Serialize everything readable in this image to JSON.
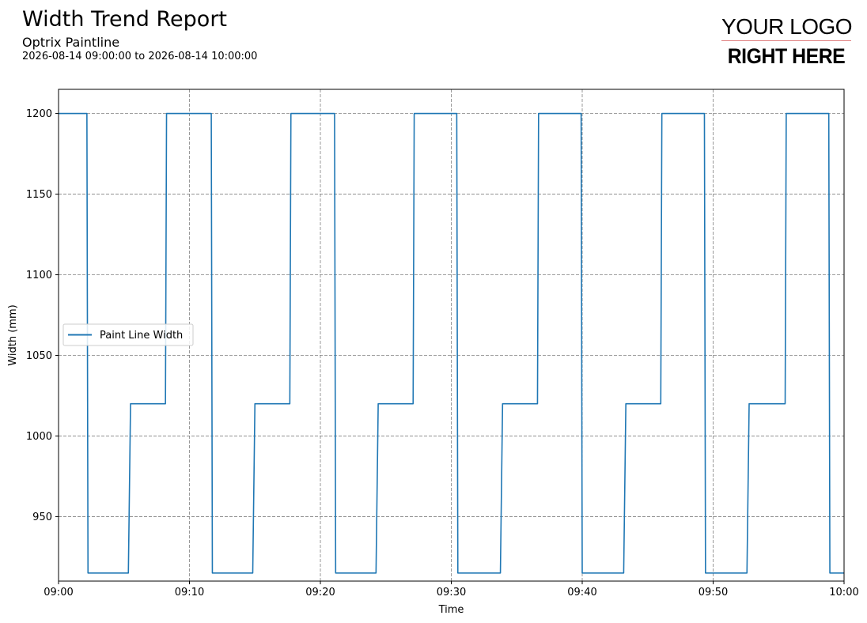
{
  "header": {
    "title": "Width Trend Report",
    "subtitle": "Optrix Paintline",
    "date_range": "2026-08-14 09:00:00 to 2026-08-14 10:00:00"
  },
  "logo": {
    "line1": "YOUR LOGO",
    "line2": "RIGHT HERE"
  },
  "colors": {
    "series": "#1f77b4",
    "grid": "#808080",
    "logo_rule": "#e08080"
  },
  "chart_data": {
    "type": "line",
    "xlabel": "Time",
    "ylabel": "Width (mm)",
    "x_range": [
      "09:00",
      "10:00"
    ],
    "x_tick_labels": [
      "09:00",
      "09:10",
      "09:20",
      "09:30",
      "09:40",
      "09:50",
      "10:00"
    ],
    "ylim": [
      910,
      1215
    ],
    "y_tick_values": [
      950,
      1000,
      1050,
      1100,
      1150,
      1200
    ],
    "grid": true,
    "legend_position": "center-left",
    "series": [
      {
        "name": "Paint Line Width",
        "points": [
          [
            "09:00:00",
            1200
          ],
          [
            "09:02:10",
            1200
          ],
          [
            "09:02:15",
            915
          ],
          [
            "09:05:20",
            915
          ],
          [
            "09:05:30",
            1020
          ],
          [
            "09:08:10",
            1020
          ],
          [
            "09:08:15",
            1200
          ],
          [
            "09:11:40",
            1200
          ],
          [
            "09:11:45",
            915
          ],
          [
            "09:14:50",
            915
          ],
          [
            "09:15:00",
            1020
          ],
          [
            "09:17:40",
            1020
          ],
          [
            "09:17:45",
            1200
          ],
          [
            "09:21:05",
            1200
          ],
          [
            "09:21:10",
            915
          ],
          [
            "09:24:15",
            915
          ],
          [
            "09:24:25",
            1020
          ],
          [
            "09:27:05",
            1020
          ],
          [
            "09:27:10",
            1200
          ],
          [
            "09:30:25",
            1200
          ],
          [
            "09:30:30",
            915
          ],
          [
            "09:33:45",
            915
          ],
          [
            "09:33:55",
            1020
          ],
          [
            "09:36:35",
            1020
          ],
          [
            "09:36:40",
            1200
          ],
          [
            "09:39:55",
            1200
          ],
          [
            "09:40:00",
            915
          ],
          [
            "09:43:10",
            915
          ],
          [
            "09:43:20",
            1020
          ],
          [
            "09:46:00",
            1020
          ],
          [
            "09:46:05",
            1200
          ],
          [
            "09:49:20",
            1200
          ],
          [
            "09:49:25",
            915
          ],
          [
            "09:52:35",
            915
          ],
          [
            "09:52:45",
            1020
          ],
          [
            "09:55:30",
            1020
          ],
          [
            "09:55:35",
            1200
          ],
          [
            "09:58:50",
            1200
          ],
          [
            "09:58:55",
            915
          ],
          [
            "10:00:00",
            915
          ]
        ]
      }
    ]
  }
}
